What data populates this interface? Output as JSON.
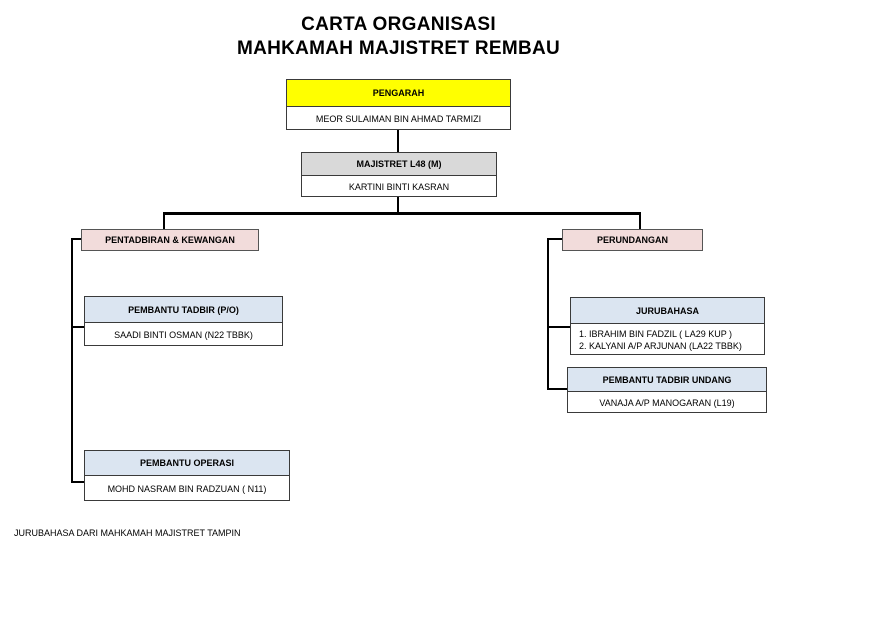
{
  "title_line1": "CARTA ORGANISASI",
  "title_line2": "MAHKAMAH MAJISTRET REMBAU",
  "colors": {
    "director_header": "#ffff00",
    "magistrate_header": "#d9d9d9",
    "staff_header": "#dbe5f1",
    "section_tag": "#f2dcdb"
  },
  "pengarah": {
    "title": "PENGARAH",
    "name": "MEOR SULAIMAN BIN AHMAD TARMIZI"
  },
  "majistret": {
    "title": "MAJISTRET  L48 (M)",
    "name": "KARTINI BINTI KASRAN"
  },
  "left_section": {
    "label": "PENTADBIRAN & KEWANGAN",
    "pembantu_tadbir": {
      "title": "PEMBANTU TADBIR (P/O)",
      "name": "SAADI BINTI OSMAN (N22 TBBK)"
    },
    "pembantu_operasi": {
      "title": "PEMBANTU OPERASI",
      "name": "MOHD NASRAM BIN RADZUAN ( N11)"
    }
  },
  "right_section": {
    "label": "PERUNDANGAN",
    "jurubahasa": {
      "title": "JURUBAHASA",
      "names": [
        "1. IBRAHIM BIN FADZIL ( LA29 KUP )",
        "2. KALYANI A/P ARJUNAN (LA22 TBBK)"
      ]
    },
    "pembantu_tadbir_undang": {
      "title": "PEMBANTU TADBIR UNDANG",
      "name": "VANAJA A/P MANOGARAN (L19)"
    }
  },
  "footnote": "JURUBAHASA DARI MAHKAMAH MAJISTRET TAMPIN"
}
